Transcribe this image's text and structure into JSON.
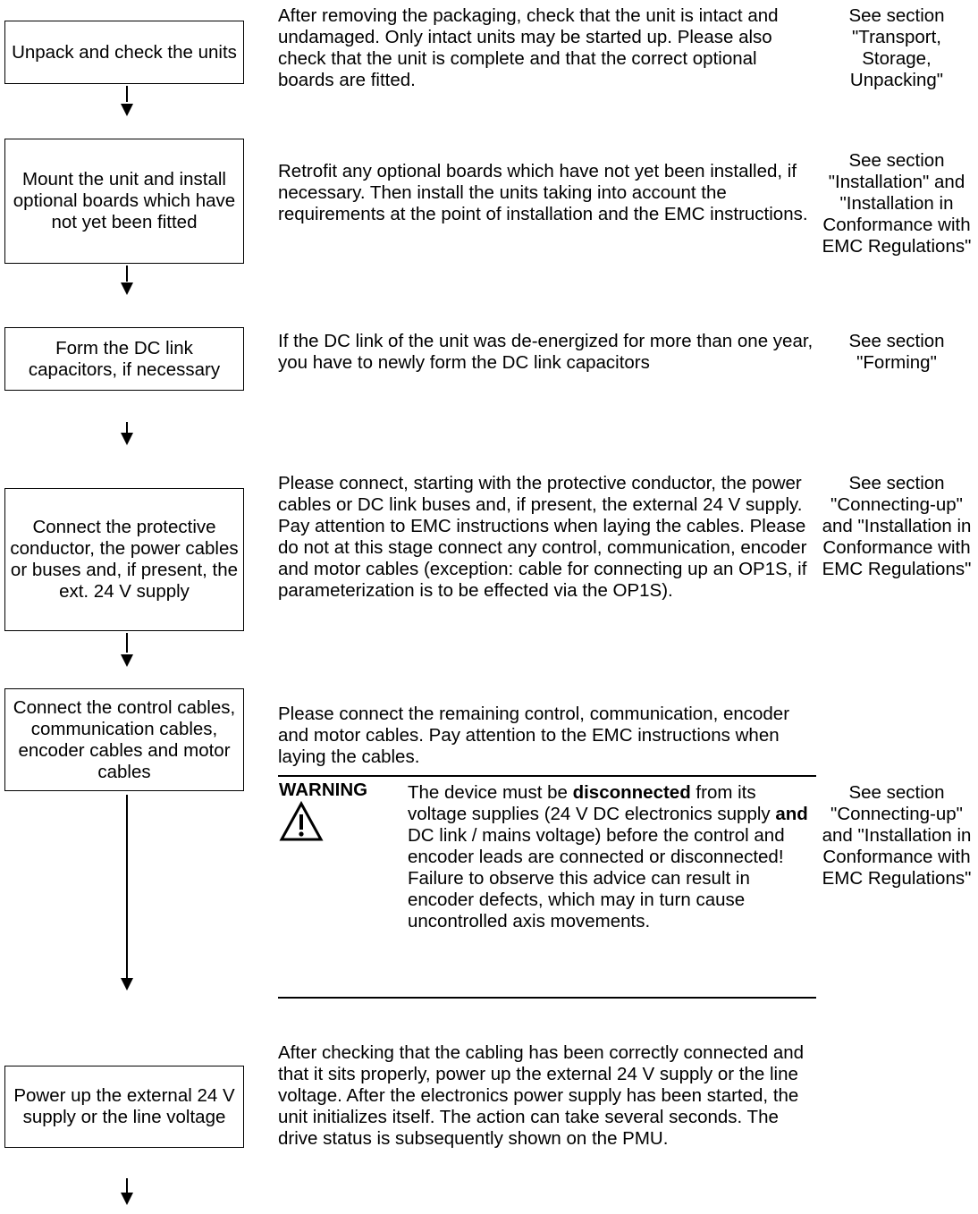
{
  "steps": [
    {
      "box": "Unpack and check the units",
      "description": "After removing the packaging, check that the unit is intact and undamaged. Only intact units may be started up. Please also check that the unit is complete and that the correct optional boards are fitted.",
      "reference": "See section \"Transport, Storage, Unpacking\""
    },
    {
      "box": "Mount the unit and install optional boards which have not yet been fitted",
      "description": "Retrofit any optional boards which have not yet been installed, if necessary. Then install the units taking into account the requirements at the point of installation and the EMC instructions.",
      "reference": "See section \"Installation\" and \"Installation in Conformance with EMC Regulations\""
    },
    {
      "box": "Form the DC link capacitors, if necessary",
      "description": "If the DC link of the unit was de-energized for more than one year, you have to newly form the DC link capacitors",
      "reference": "See section \"Forming\""
    },
    {
      "box": "Connect the protective conductor, the power cables or buses and, if present, the ext. 24 V supply",
      "description": "Please connect, starting with the protective conductor, the power cables or DC link buses and, if present, the external 24 V supply. Pay attention to EMC instructions when laying the cables. Please do not at this stage connect any control, communication, encoder and motor cables (exception: cable for connecting up an OP1S, if parameterization is to be effected via the OP1S).",
      "reference": "See section \"Connecting-up\" and \"Installation in Conformance with EMC Regulations\""
    },
    {
      "box": "Connect the control cables, communication cables, encoder cables and motor cables",
      "description": "Please connect the remaining control, communication, encoder and motor cables. Pay attention to the EMC instructions when laying the cables.",
      "reference": "See section \"Connecting-up\" and \"Installation in Conformance with EMC Regulations\""
    },
    {
      "box": "Power up the external 24 V supply or the line voltage",
      "description": "After checking that the cabling has been correctly connected and that it sits properly, power up the external 24 V supply or the line voltage. After the electronics power supply has been started, the unit initializes itself. The action can take several seconds. The drive status is subsequently shown on the PMU.",
      "reference": ""
    }
  ],
  "warning": {
    "label": "WARNING",
    "icon": "warning-triangle-icon",
    "t1": "The device must be ",
    "t2": "disconnected",
    "t3": " from its voltage supplies (24 V DC electronics supply ",
    "t4": "and",
    "t5": " DC link / mains voltage) before the control and encoder leads are connected or disconnected!",
    "t6": "Failure to observe this advice can result in encoder defects, which may in turn cause uncontrolled axis movements."
  }
}
